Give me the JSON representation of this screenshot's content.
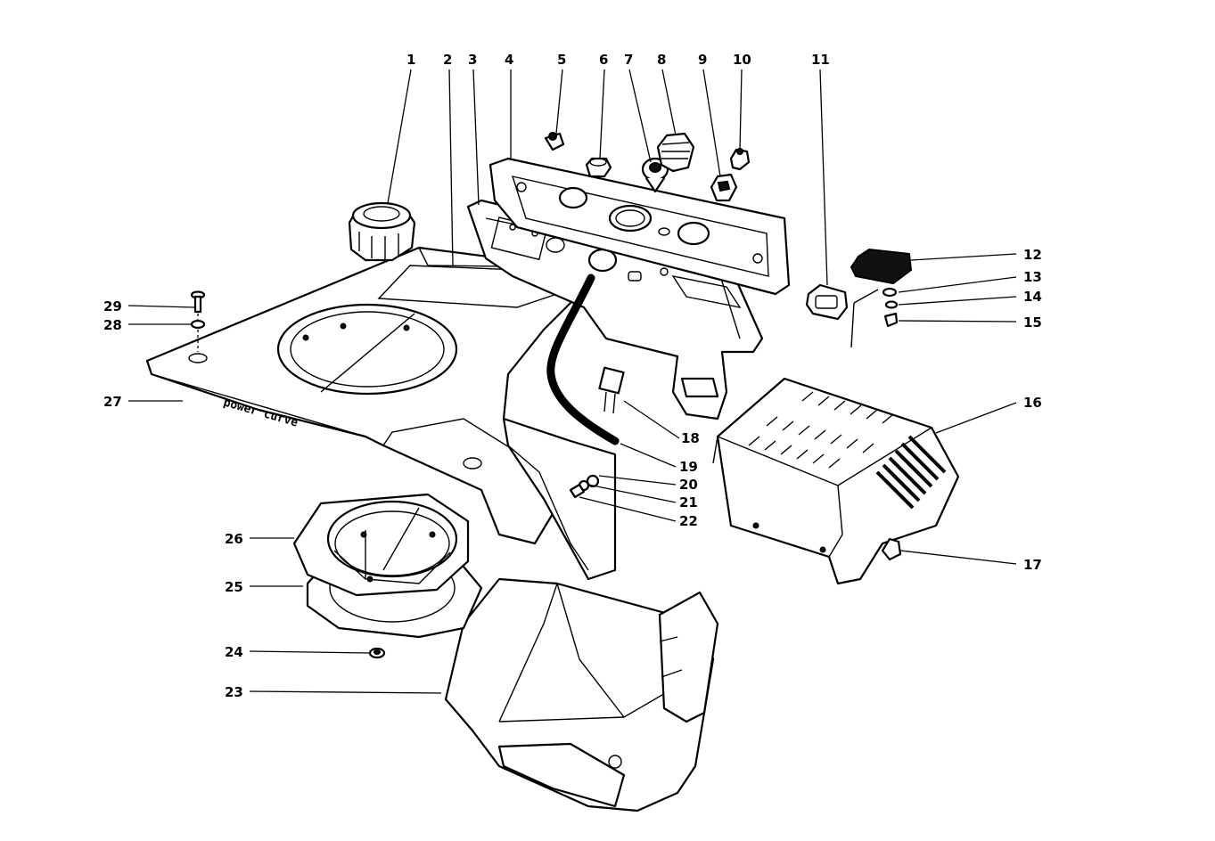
{
  "diagram": {
    "labels": {
      "n1": "1",
      "n2": "2",
      "n3": "3",
      "n4": "4",
      "n5": "5",
      "n6": "6",
      "n7": "7",
      "n8": "8",
      "n9": "9",
      "n10": "10",
      "n11": "11",
      "n12": "12",
      "n13": "13",
      "n14": "14",
      "n15": "15",
      "n16": "16",
      "n17": "17",
      "n18": "18",
      "n19": "19",
      "n20": "20",
      "n21": "21",
      "n22": "22",
      "n23": "23",
      "n24": "24",
      "n25": "25",
      "n26": "26",
      "n27": "27",
      "n28": "28",
      "n29": "29"
    },
    "hood_text": "power curve",
    "colors": {
      "line": "#000000",
      "background": "#ffffff"
    }
  }
}
